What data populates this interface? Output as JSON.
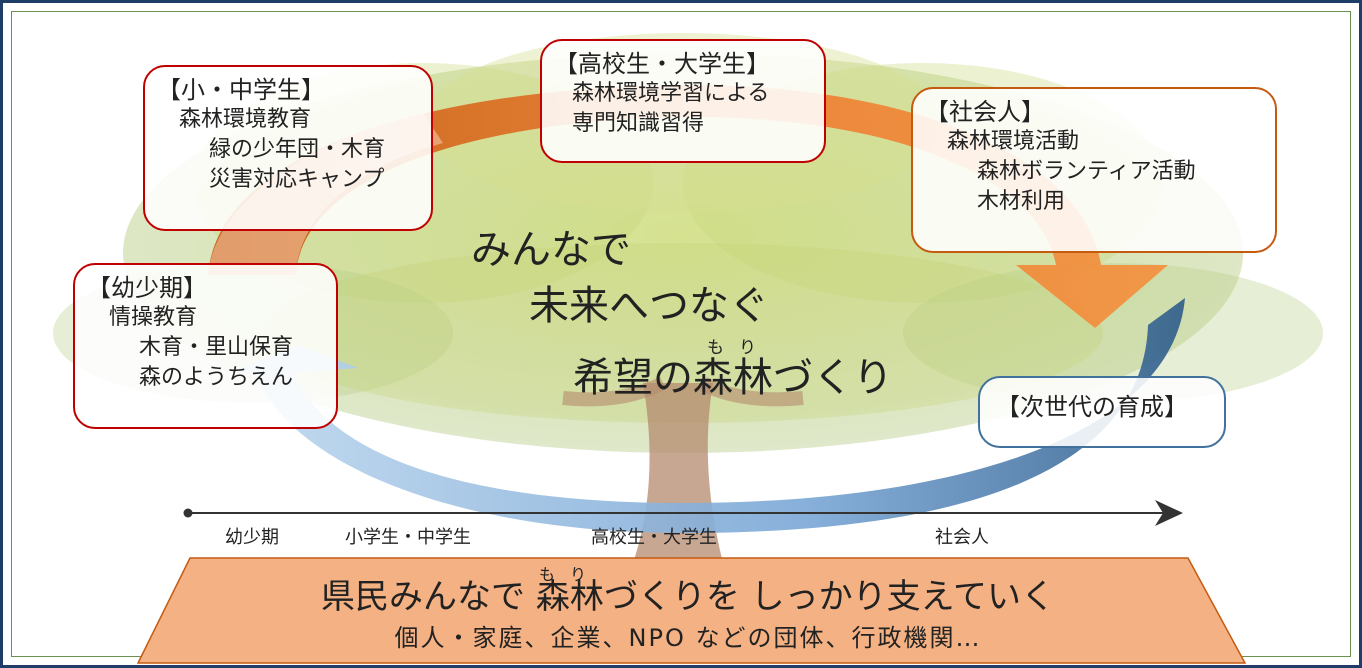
{
  "boxes": {
    "infant": {
      "title": "【幼少期】",
      "lines": [
        "情操教育",
        "木育・里山保育",
        "森のようちえん"
      ]
    },
    "elementary": {
      "title": "【小・中学生】",
      "lines": [
        "森林環境教育",
        "緑の少年団・木育",
        "災害対応キャンプ"
      ]
    },
    "highschool": {
      "title": "【高校生・大学生】",
      "lines": [
        "森林環境学習による",
        "専門知識習得"
      ]
    },
    "adult": {
      "title": "【社会人】",
      "lines": [
        "森林環境活動",
        "森林ボランティア活動",
        "木材利用"
      ]
    },
    "next_generation": {
      "title": "【次世代の育成】"
    }
  },
  "slogan": {
    "line1": "みんなで",
    "line2": "未来へつなぐ",
    "line3": "希望の森林づくり",
    "ruby": "もり"
  },
  "timeline": {
    "labels": [
      "幼少期",
      "小学生・中学生",
      "高校生・大学生",
      "社会人"
    ]
  },
  "band": {
    "main": "県民みんなで 森林づくりを しっかり支えていく",
    "ruby": "もり",
    "sub": "個人・家庭、企業、NPO などの団体、行政機関…"
  },
  "colors": {
    "red_border": "#c00000",
    "orange_border": "#c55a11",
    "blue_border": "#41719c",
    "band_fill": "#f4b183",
    "arrow_orange": "#ed7d31",
    "arrow_blue": "#9dc3e6"
  }
}
